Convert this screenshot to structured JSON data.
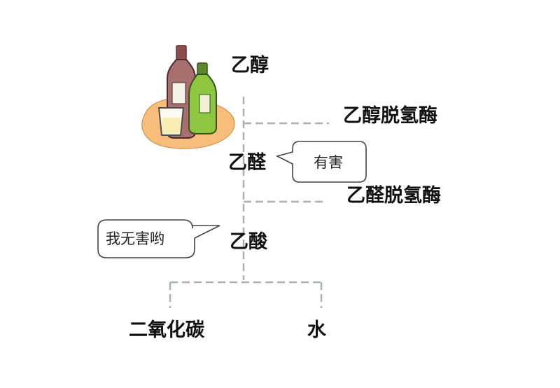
{
  "nodes": {
    "ethanol": "乙醇",
    "acetaldehyde": "乙醛",
    "acetic_acid": "乙酸",
    "carbon_dioxide": "二氧化碳",
    "water": "水"
  },
  "enzymes": {
    "alcohol_dehydrogenase": "乙醇脱氢酶",
    "aldehyde_dehydrogenase": "乙醛脱氢酶"
  },
  "bubbles": {
    "harmful": "有害",
    "harmless": "我无害哟"
  },
  "colors": {
    "connector": "#a9b1b3",
    "bottle_red": "#a86f6f",
    "bottle_green": "#8dc63f",
    "plate": "#f7bd7a",
    "text": "#111111"
  },
  "icons": {
    "illustration": "drink-bottles-icon"
  }
}
